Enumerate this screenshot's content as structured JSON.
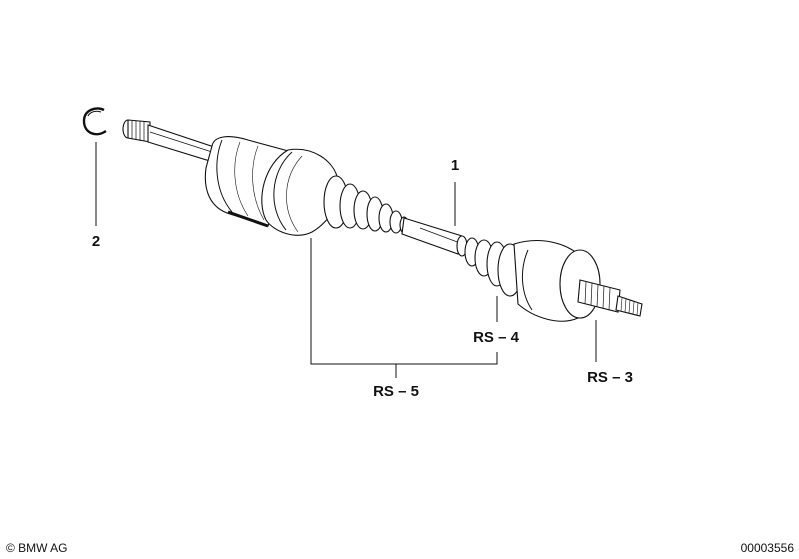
{
  "labels": {
    "part_1": "1",
    "part_2": "2",
    "rs_3": "RS – 3",
    "rs_4": "RS – 4",
    "rs_5": "RS – 5"
  },
  "footer": {
    "copyright": "© BMW AG",
    "image_number": "00003556"
  },
  "colors": {
    "line": "#111111",
    "background": "#ffffff"
  }
}
